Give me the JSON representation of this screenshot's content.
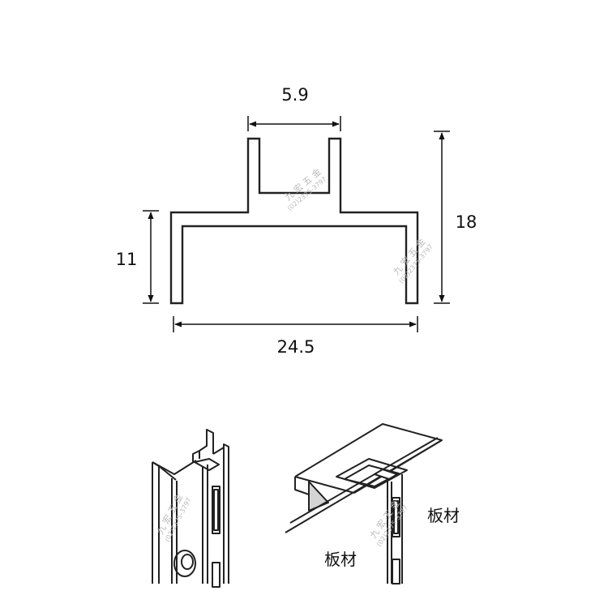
{
  "dimensions": {
    "slot_width": "5.9",
    "total_height": "18",
    "side_height": "11",
    "total_width": "24.5"
  },
  "labels": {
    "board_top": "板材",
    "board_bottom": "板材"
  },
  "watermark": {
    "brand": "九 宏 五 金",
    "phone": "(02)2375-3797"
  }
}
